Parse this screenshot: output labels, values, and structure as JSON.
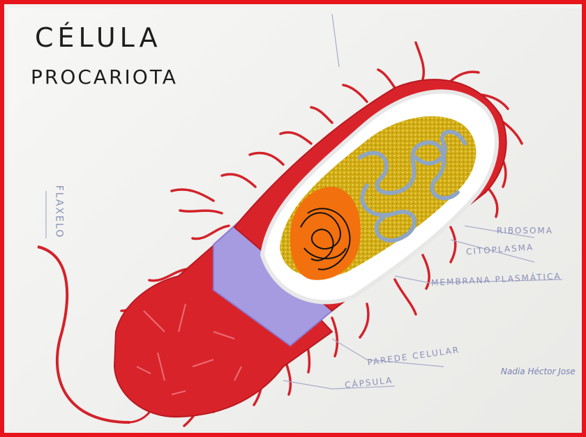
{
  "title": {
    "line1": "CÉLULA",
    "line2": "PROCARIOTA"
  },
  "labels": {
    "flagelo": "FLAXELO",
    "ribosoma": "RIBOSOMA",
    "citoplasma": "CITOPLASMA",
    "membrana": "MEMBRANA PLASMÁTICA",
    "pared": "PAREDE CELULAR",
    "capsula": "CÁPSULA"
  },
  "signature": {
    "names": "Nadia Héctor Jose"
  },
  "colors": {
    "frame": "#e8141c",
    "capsule_red": "#d9232b",
    "wall_purple": "#a69be0",
    "cytoplasm_gold": "#d7b41c",
    "nucleoid_orange": "#f2700e",
    "dna_blue": "#8ea5c4",
    "membrane_white": "#ffffff",
    "label_ink": "#8a8fb8"
  }
}
